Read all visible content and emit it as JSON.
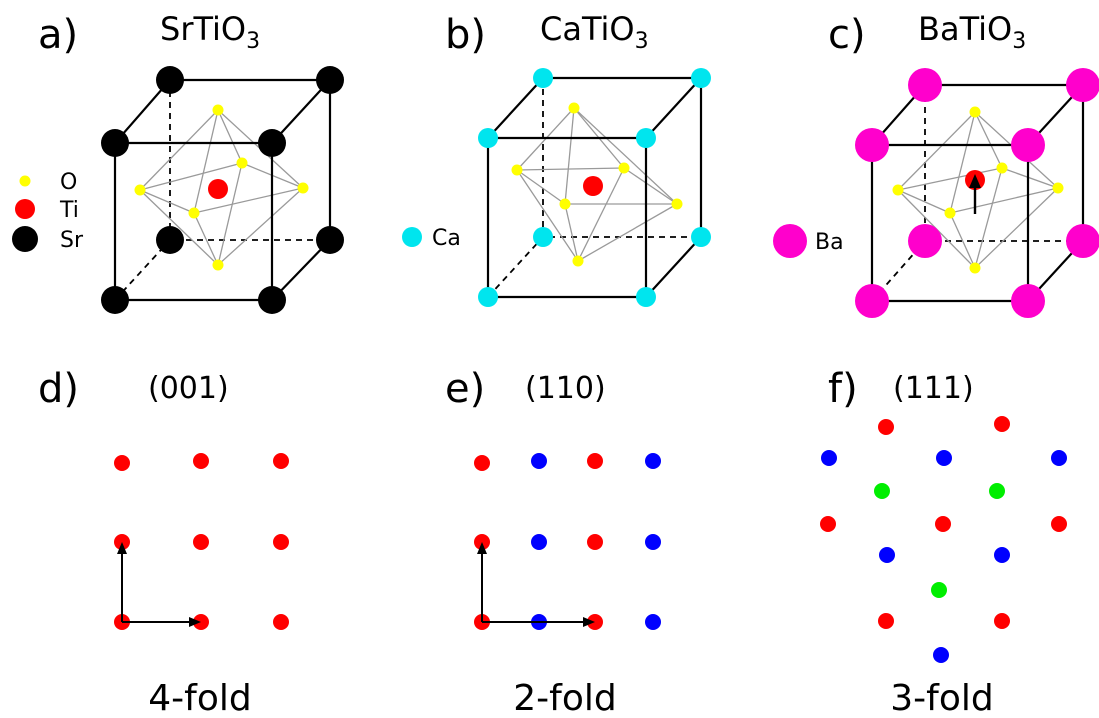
{
  "colors": {
    "O": "#ffff00",
    "Ti": "#ff0000",
    "Sr": "#000000",
    "Ca": "#00e5ee",
    "Ba": "#ff00cc",
    "blue": "#0000ff",
    "green": "#00ee00",
    "octahedron": "#9a9a9a"
  },
  "panels": {
    "a": {
      "letter": "a)",
      "formula_base": "SrTiO",
      "formula_sub": "3"
    },
    "b": {
      "letter": "b)",
      "formula_base": "CaTiO",
      "formula_sub": "3"
    },
    "c": {
      "letter": "c)",
      "formula_base": "BaTiO",
      "formula_sub": "3"
    },
    "d": {
      "letter": "d)",
      "plane": "(001)",
      "symmetry": "4-fold"
    },
    "e": {
      "letter": "e)",
      "plane": "(110)",
      "symmetry": "2-fold"
    },
    "f": {
      "letter": "f)",
      "plane": "(111)",
      "symmetry": "3-fold"
    }
  },
  "legends": {
    "a": [
      "O",
      "Ti",
      "Sr"
    ],
    "b": [
      "Ca"
    ],
    "c": [
      "Ba"
    ]
  }
}
